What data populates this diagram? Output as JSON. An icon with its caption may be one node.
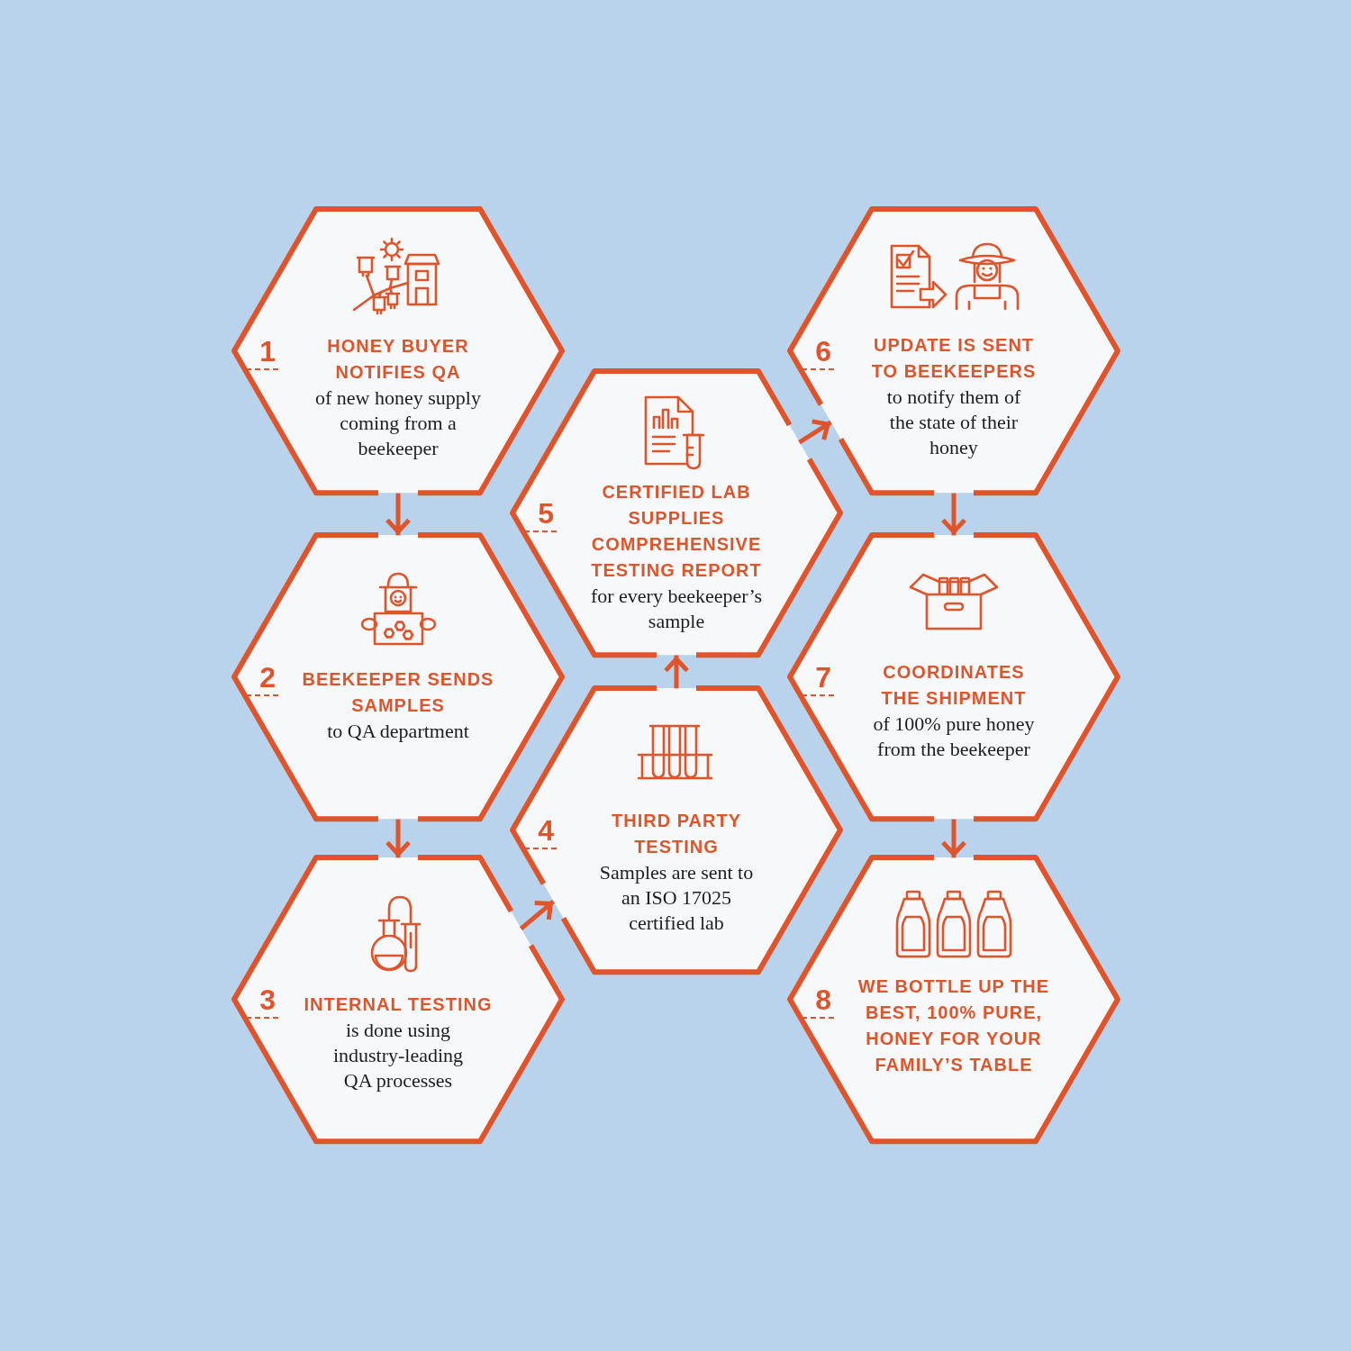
{
  "diagram": {
    "nodes": [
      {
        "text": [
          "1",
          "HONEY BUYER NOTIFIES QA",
          "of new honey supply coming from a beekeeper"
        ]
      },
      {
        "text": [
          "2",
          "BEEKEEPER SENDS SAMPLES",
          "to QA department"
        ]
      },
      {
        "text": [
          "3",
          "INTERNAL TESTING",
          "is done using industry-leading QA processes"
        ]
      },
      {
        "text": [
          "4",
          "THIRD PARTY TESTING",
          "Samples are sent to an ISO 17025 certified lab"
        ]
      },
      {
        "text": [
          "5",
          "CERTIFIED LAB SUPPLIES COMPREHENSIVE TESTING REPORT",
          "for every beekeeper’s sample"
        ]
      },
      {
        "text": [
          "6",
          "UPDATE IS SENT TO BEEKEEPERS",
          "to notify them of the state of their honey"
        ]
      },
      {
        "text": [
          "7",
          "COORDINATES THE SHIPMENT",
          "of 100% pure honey from the beekeeper"
        ]
      },
      {
        "text": [
          "8",
          "WE BOTTLE UP THE BEST, 100% PURE, HONEY FOR YOUR FAMILY’S TABLE"
        ]
      }
    ],
    "edges": [
      {
        "from": 0,
        "to": 1,
        "arrow": "to"
      },
      {
        "from": 1,
        "to": 2,
        "arrow": "to"
      },
      {
        "from": 2,
        "to": 3,
        "arrow": "to"
      },
      {
        "from": 3,
        "to": 4,
        "arrow": "to"
      },
      {
        "from": 4,
        "to": 5,
        "arrow": "to"
      },
      {
        "from": 5,
        "to": 6,
        "arrow": "to"
      },
      {
        "from": 6,
        "to": 7,
        "arrow": "to"
      }
    ]
  }
}
